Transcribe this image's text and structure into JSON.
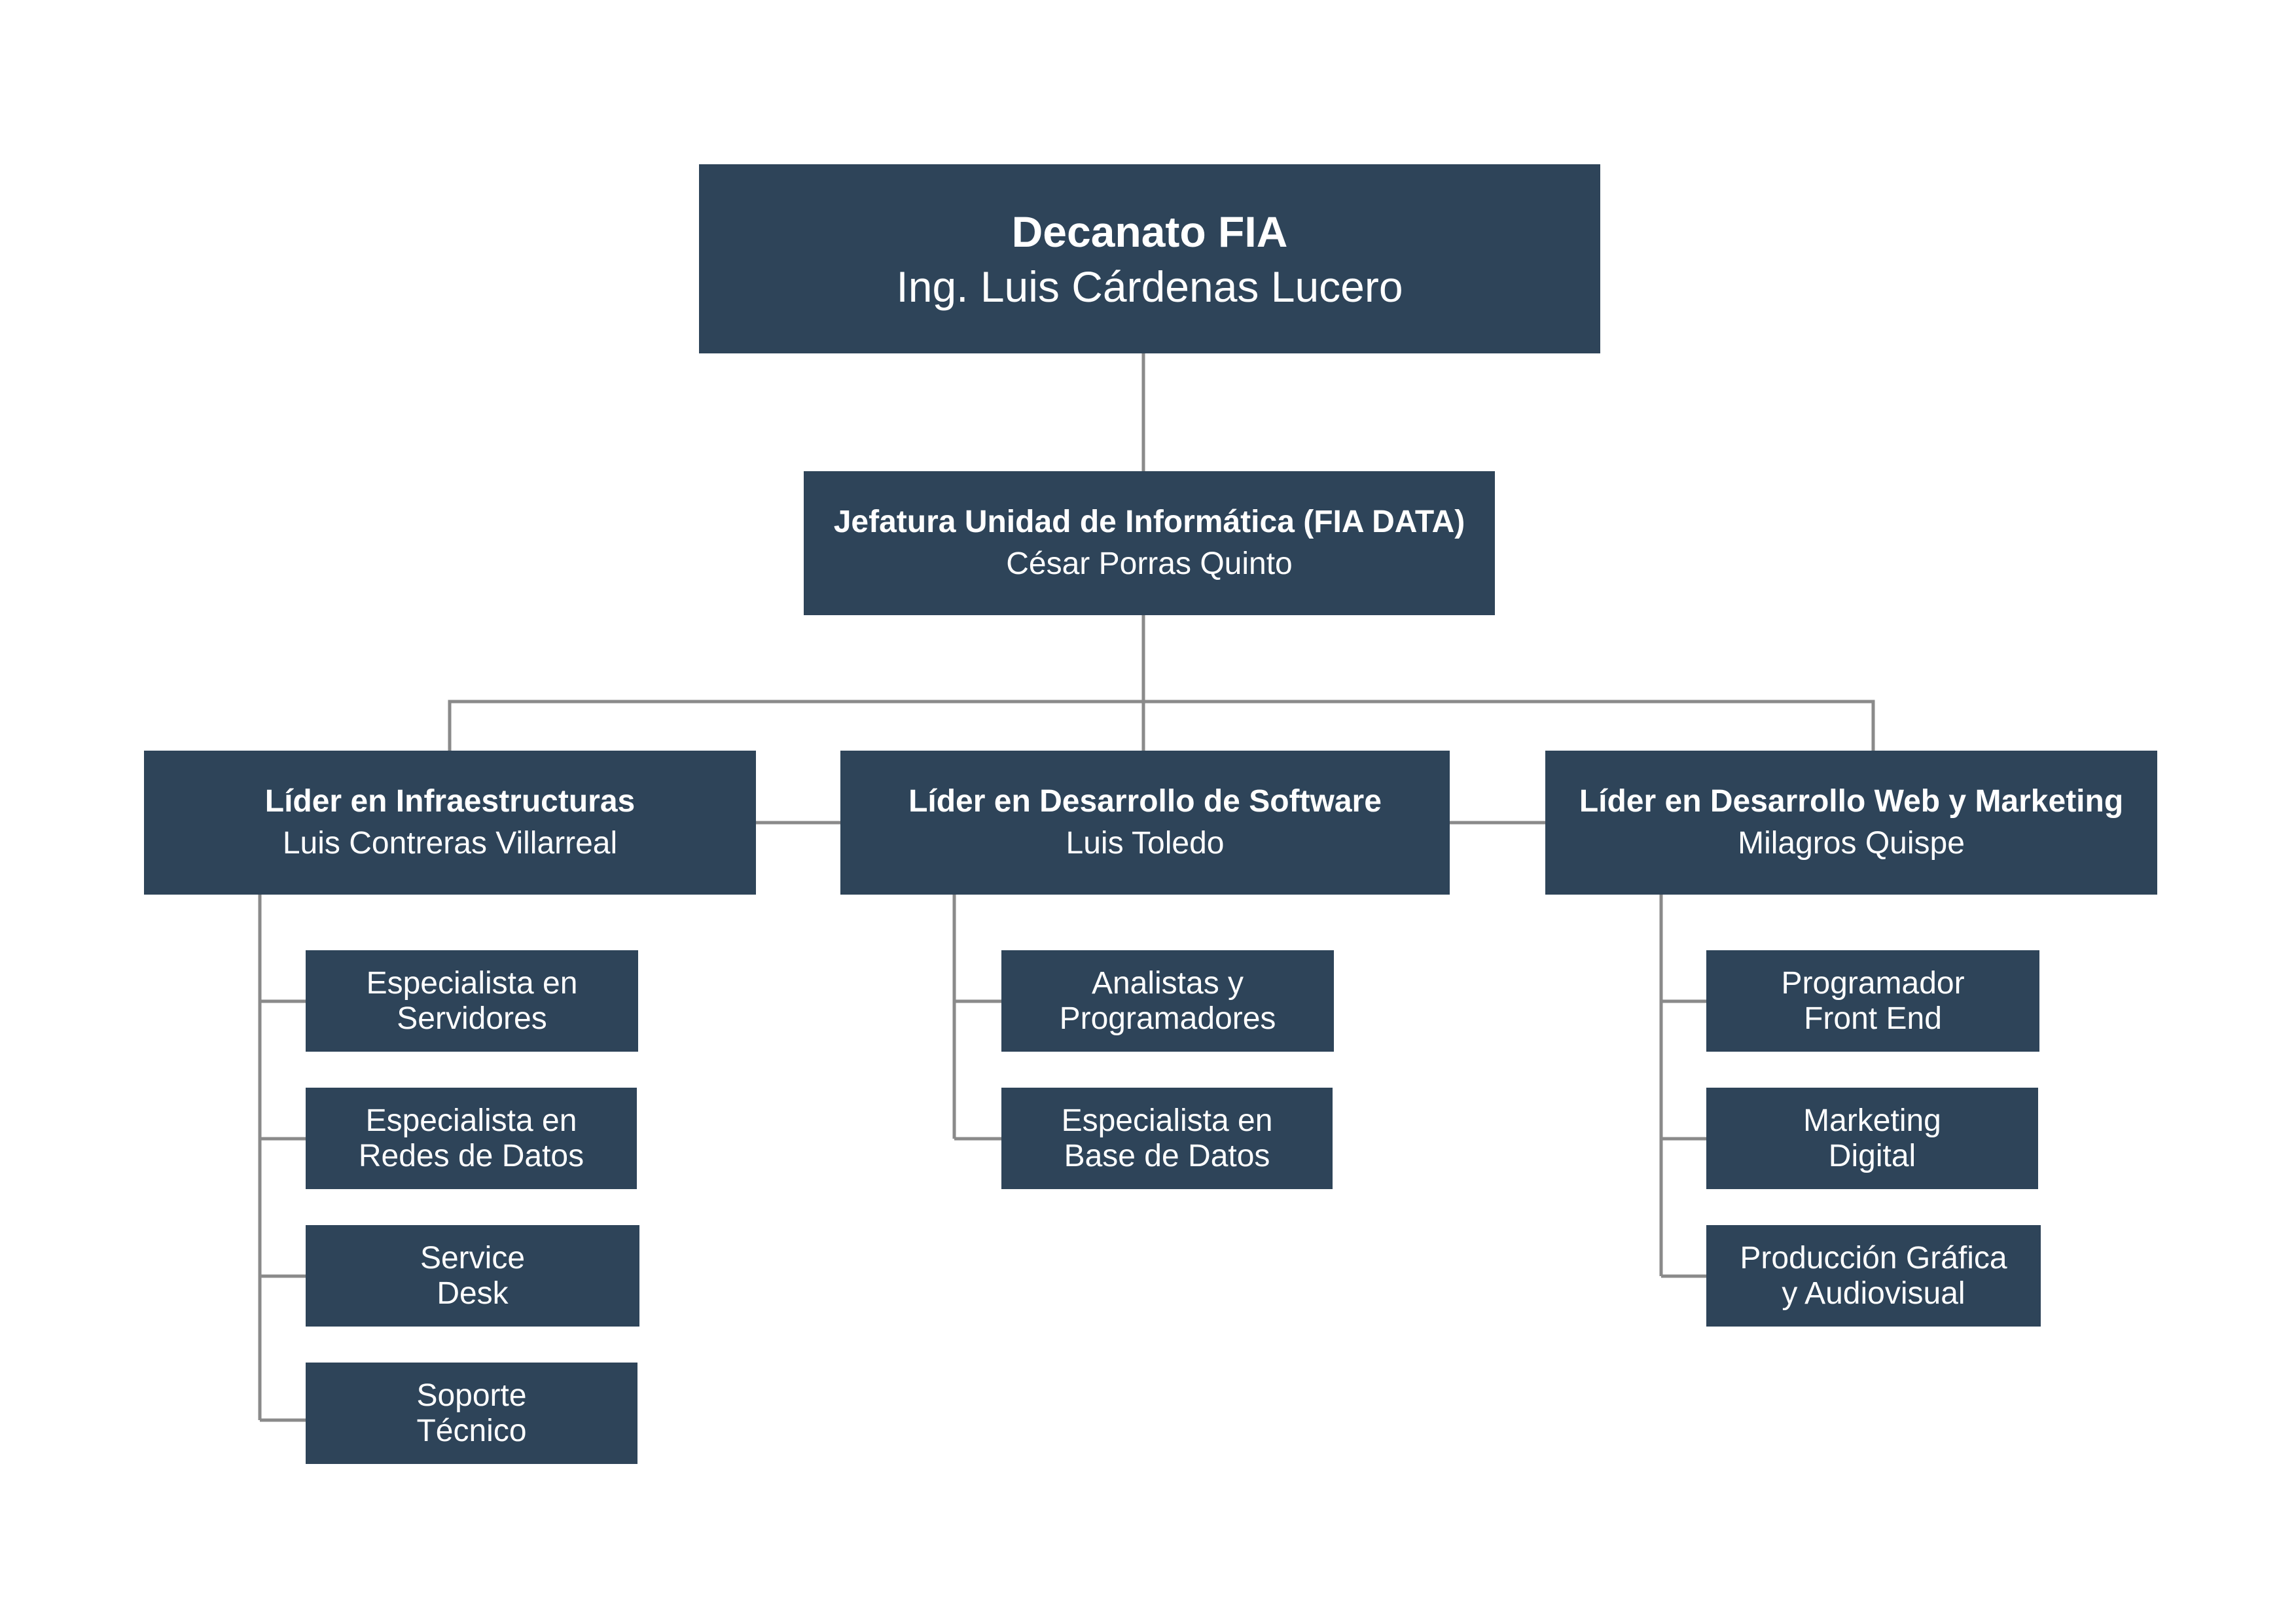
{
  "dean": {
    "title": "Decanato FIA",
    "name": "Ing. Luis Cárdenas Lucero"
  },
  "head": {
    "title": "Jefatura Unidad de Informática (FIA DATA)",
    "name": "César Porras Quinto"
  },
  "leads": [
    {
      "title": "Líder en Infraestructuras",
      "name": "Luis Contreras Villarreal",
      "roles": [
        [
          "Especialista en",
          "Servidores"
        ],
        [
          "Especialista en",
          "Redes de Datos"
        ],
        [
          "Service",
          "Desk"
        ],
        [
          "Soporte",
          "Técnico"
        ]
      ]
    },
    {
      "title": "Líder en Desarrollo de Software",
      "name": "Luis Toledo",
      "roles": [
        [
          "Analistas y",
          "Programadores"
        ],
        [
          "Especialista en",
          "Base de Datos"
        ]
      ]
    },
    {
      "title": "Líder en Desarrollo Web y Marketing",
      "name": "Milagros Quispe",
      "roles": [
        [
          "Programador",
          "Front End"
        ],
        [
          "Marketing",
          "Digital"
        ],
        [
          "Producción Gráfica",
          "y Audiovisual"
        ]
      ]
    }
  ],
  "colors": {
    "box": "#2e4459",
    "text": "#ffffff",
    "line": "#8a8a8a",
    "background": "#ffffff"
  }
}
